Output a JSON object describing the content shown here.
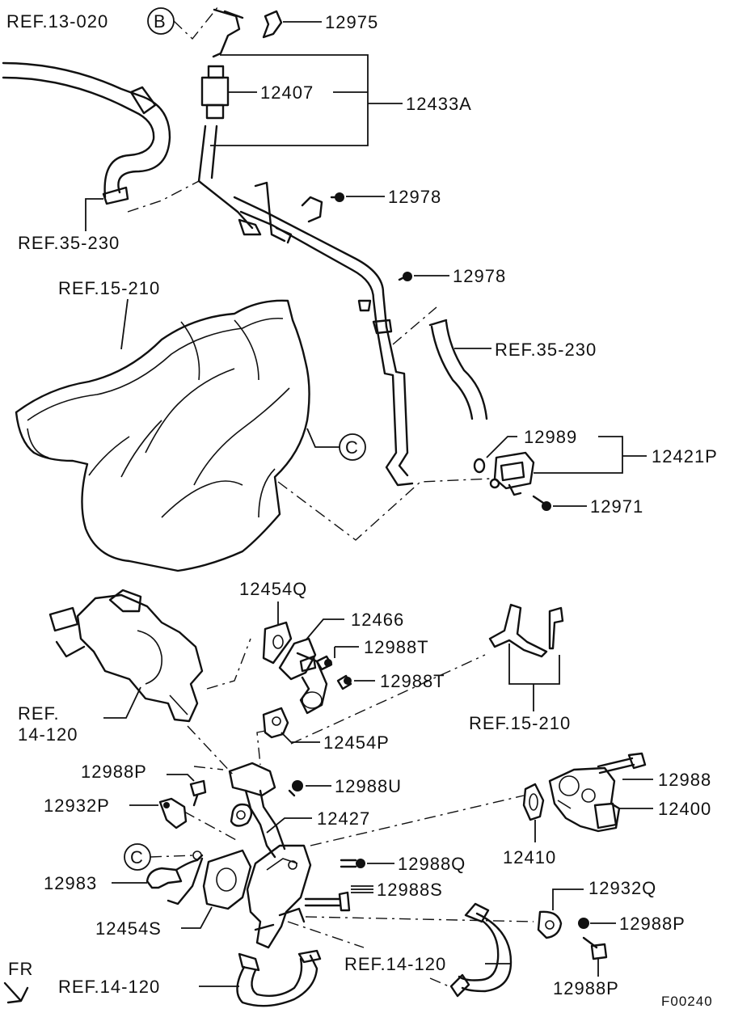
{
  "callouts": {
    "ref_13_020": "REF.13-020",
    "b_marker": "B",
    "p_12975": "12975",
    "p_12407": "12407",
    "p_12433A": "12433A",
    "p_12978_a": "12978",
    "ref_35_230_left": "REF.35-230",
    "p_12978_b": "12978",
    "ref_15_210_top": "REF.15-210",
    "ref_35_230_right": "REF.35-230",
    "c_marker_top": "C",
    "p_12989": "12989",
    "p_12421P": "12421P",
    "p_12971": "12971",
    "p_12454Q": "12454Q",
    "p_12466": "12466",
    "p_12988T_a": "12988T",
    "p_12988T_b": "12988T",
    "ref_14_120_left_1": "REF.",
    "ref_14_120_left_2": "14-120",
    "ref_15_210_mid": "REF.15-210",
    "p_12454P": "12454P",
    "p_12988P_top": "12988P",
    "p_12988U": "12988U",
    "p_12988": "12988",
    "p_12932P": "12932P",
    "p_12427": "12427",
    "p_12400": "12400",
    "p_12410": "12410",
    "c_marker_bottom": "C",
    "p_12988Q": "12988Q",
    "p_12983": "12983",
    "p_12988S": "12988S",
    "p_12932Q": "12932Q",
    "p_12454S": "12454S",
    "p_12988P_right": "12988P",
    "ref_14_120_bottom_mid": "REF.14-120",
    "fr_label": "FR",
    "ref_14_120_bottom_left": "REF.14-120",
    "p_12988P_bottom": "12988P",
    "figure_code": "F00240"
  }
}
